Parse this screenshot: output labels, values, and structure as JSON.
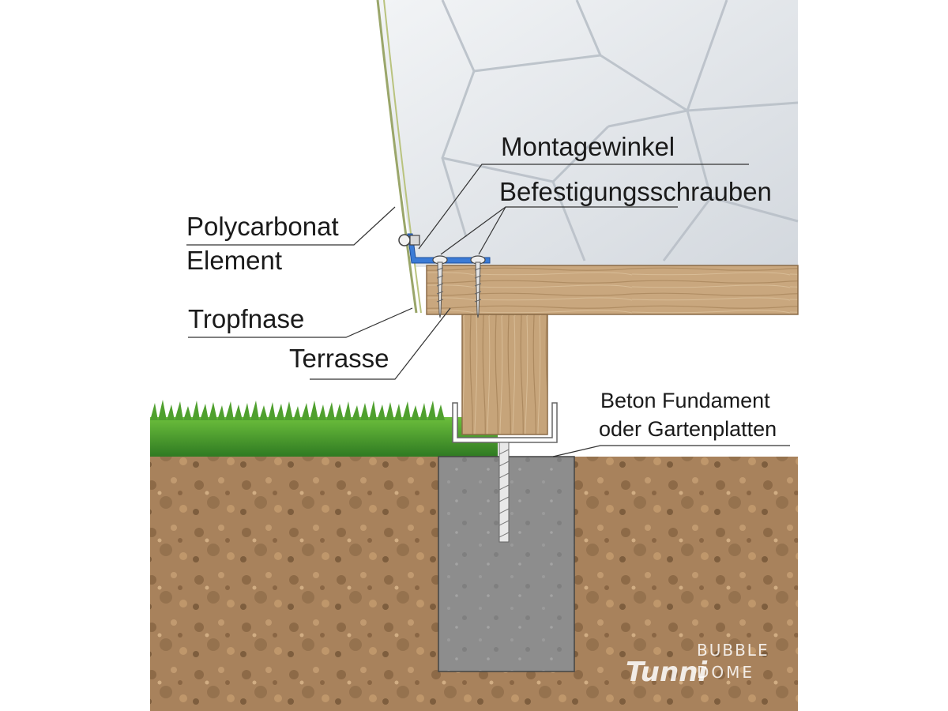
{
  "labels": {
    "montagewinkel": "Montagewinkel",
    "befestigungsschrauben": "Befestigungsschrauben",
    "polycarbonat_line1": "Polycarbonat",
    "polycarbonat_line2": "Element",
    "tropfnase": "Tropfnase",
    "terrasse": "Terrasse",
    "beton_line1": "Beton Fundament",
    "beton_line2": "oder Gartenplatten"
  },
  "watermark": {
    "brand": "Tunni",
    "line1": "BUBBLE",
    "line2": "DOME"
  },
  "colors": {
    "soil": "#a8825c",
    "grass": "#3f8f2a",
    "wood": "#c9a77e",
    "concrete": "#8d8d8d",
    "dome": "#e3e6ea",
    "bracket": "#3b7bd6",
    "frame": "#9aa66a"
  }
}
